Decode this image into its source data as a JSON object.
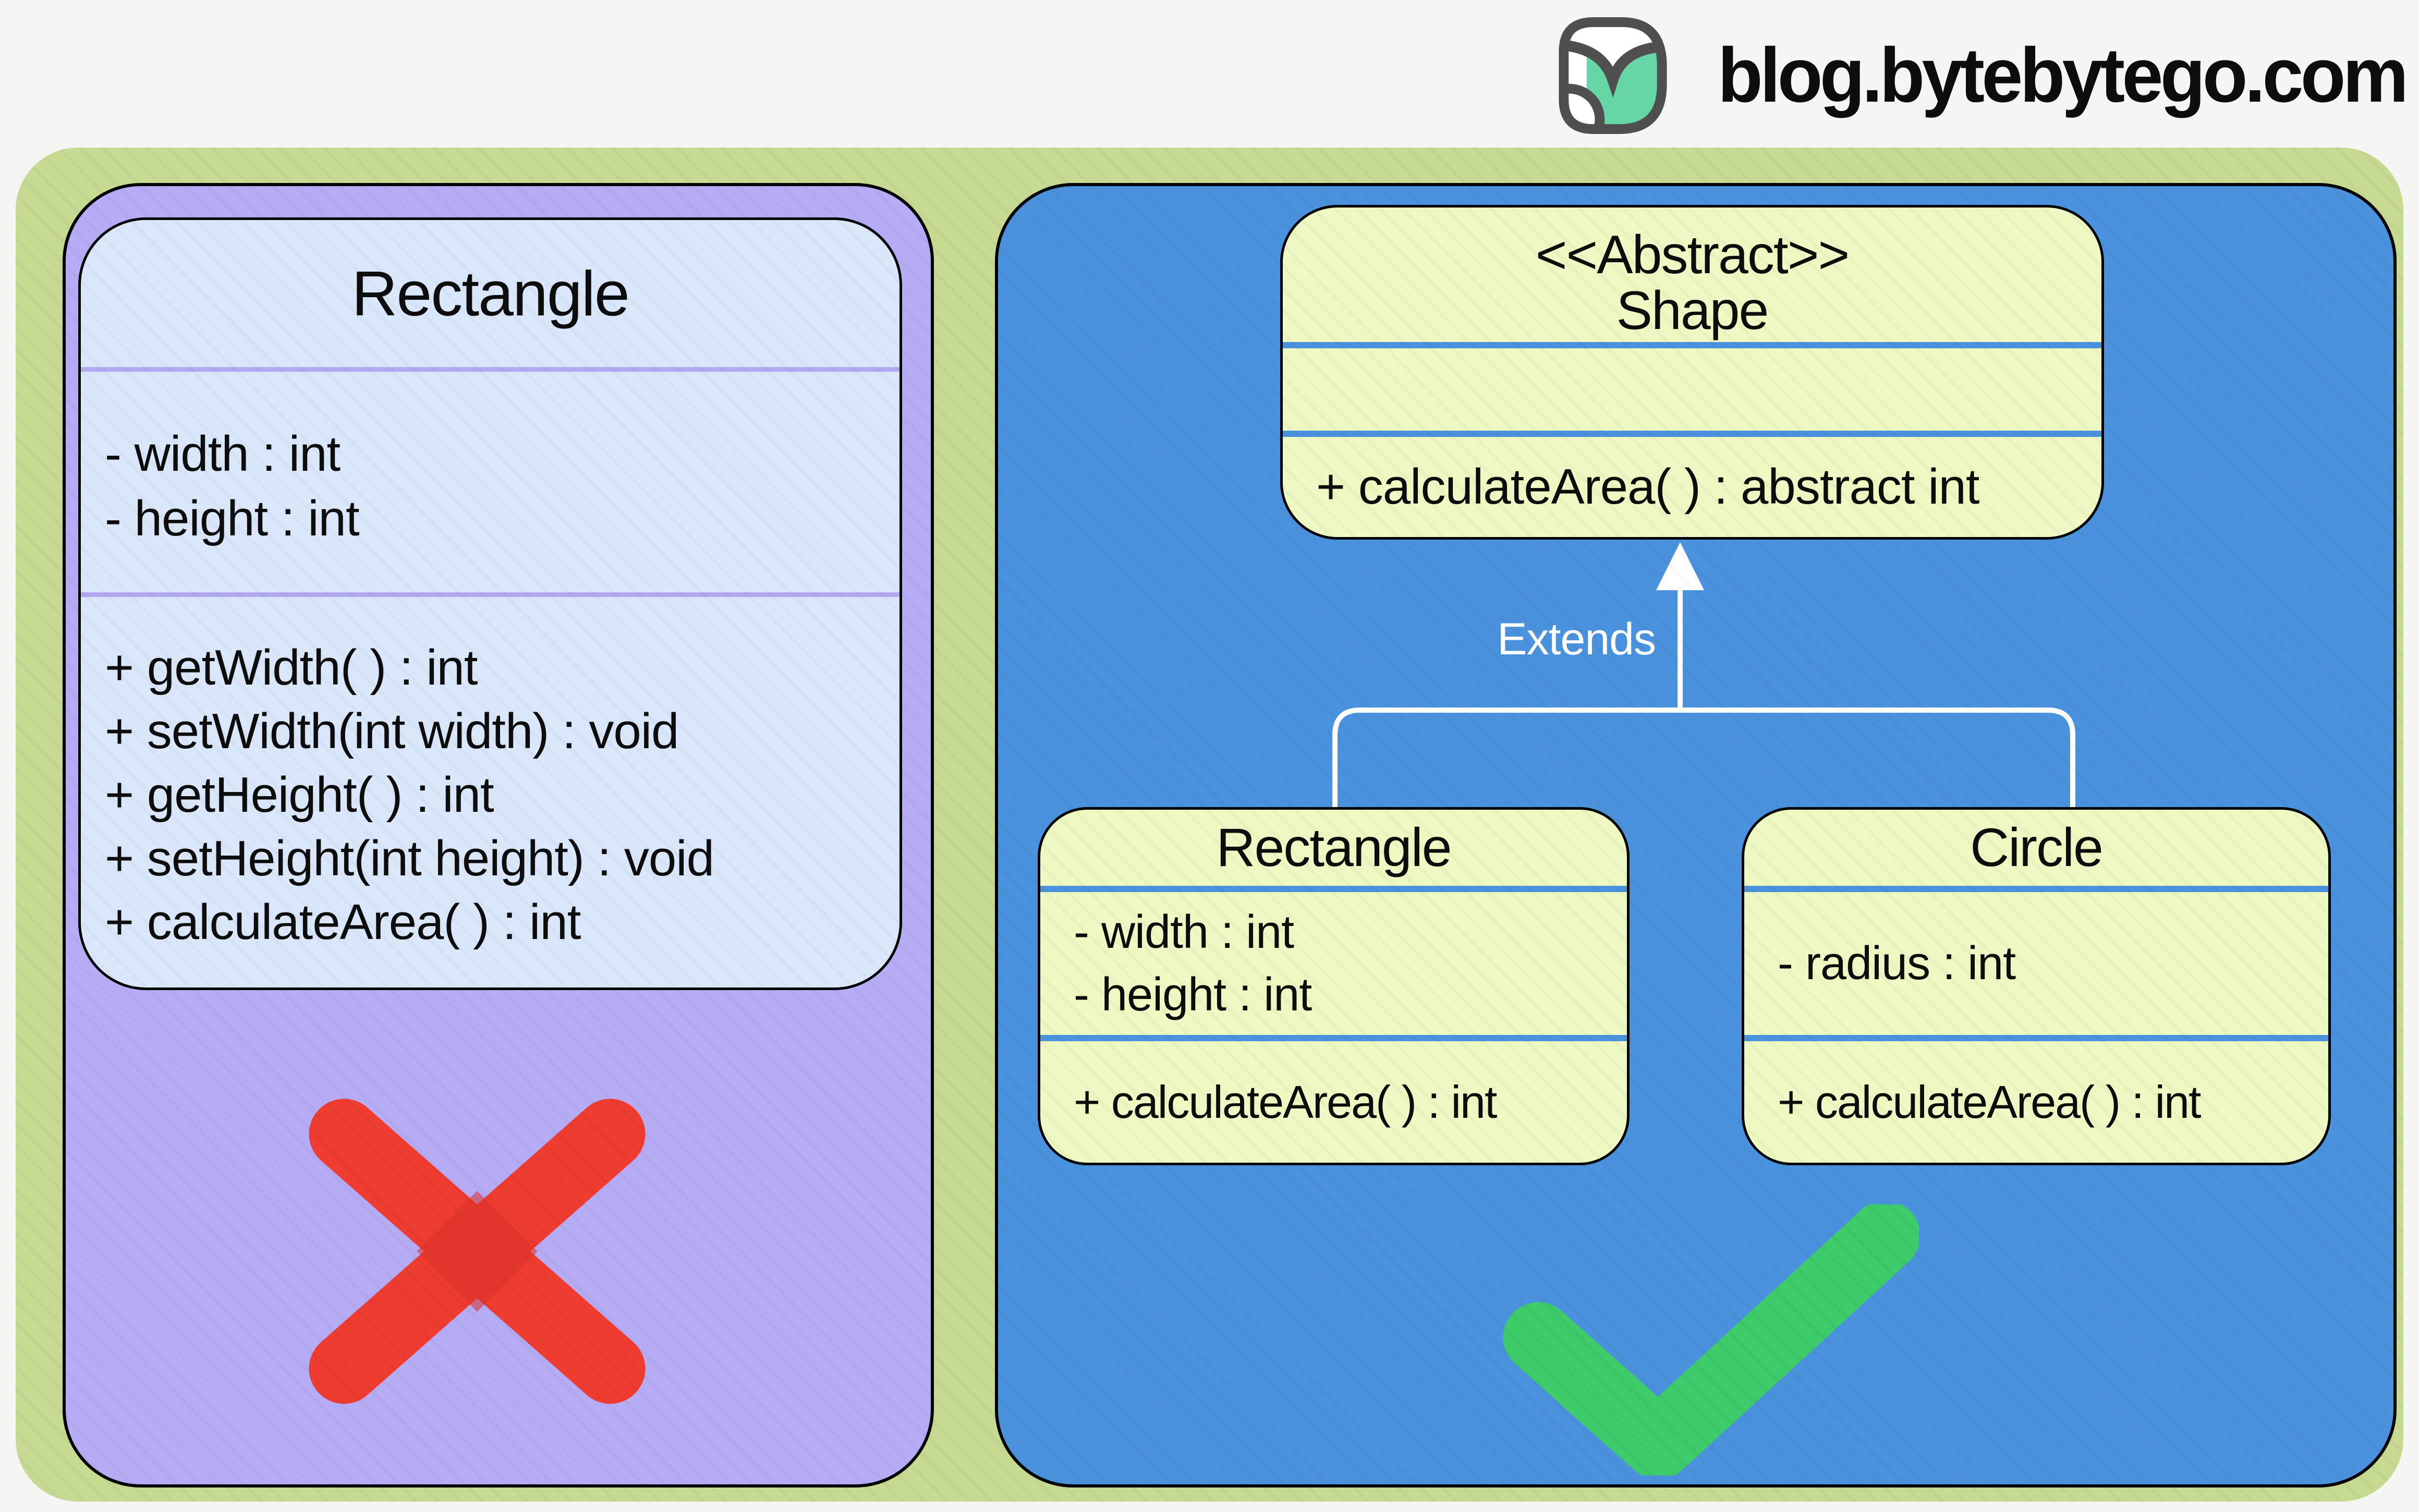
{
  "header": {
    "site_label": "blog.bytebytego.com",
    "logo_icon": "bytebytego-owl-icon"
  },
  "colors": {
    "page_background": "#f5f5f4",
    "container_green": "#c7da92",
    "panel_purple": "#b6acf6",
    "panel_blue": "#4a92dd",
    "class_box_blue": "#dae6fa",
    "class_box_yellow": "#eef8c2",
    "divider_purple": "#b2a9f1",
    "divider_blue": "#4a92dd",
    "error_red": "#ee3c31",
    "success_green": "#3ecb69",
    "logo_teal": "#66d6a6",
    "logo_gray": "#4f4f4f",
    "connector_white": "#ffffff"
  },
  "left_panel": {
    "verdict_icon": "red-x-icon",
    "class_box": {
      "title": "Rectangle",
      "attributes": [
        "- width : int",
        "- height : int"
      ],
      "methods": [
        "+ getWidth( ) : int",
        "+ setWidth(int width) : void",
        "+ getHeight( ) : int",
        "+ setHeight(int height) : void",
        "+ calculateArea( ) : int"
      ]
    }
  },
  "right_panel": {
    "verdict_icon": "green-check-icon",
    "relationship_label": "Extends",
    "abstract_class_box": {
      "stereotype": "<<Abstract>>",
      "title": "Shape",
      "attributes": [],
      "methods": [
        "+ calculateArea( ) : abstract int"
      ]
    },
    "subclass_boxes": [
      {
        "title": "Rectangle",
        "attributes": [
          "- width : int",
          "- height : int"
        ],
        "methods": [
          "+ calculateArea( ) : int"
        ]
      },
      {
        "title": "Circle",
        "attributes": [
          "- radius : int"
        ],
        "methods": [
          "+ calculateArea( ) : int"
        ]
      }
    ]
  }
}
